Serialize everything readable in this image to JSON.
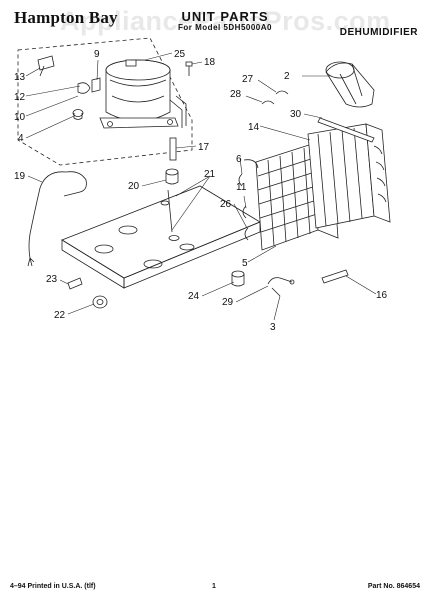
{
  "header": {
    "brand": "Hampton Bay",
    "title": "UNIT PARTS",
    "model_line": "For Model 5DH5000A0",
    "category": "DEHUMIDIFIER",
    "watermark": "AppliancePartsPros.com"
  },
  "footer": {
    "left": "4–94 Printed in U.S.A. (tlf)",
    "page": "1",
    "part_no": "Part No. 864654"
  },
  "callouts": [
    "25",
    "9",
    "13",
    "12",
    "10",
    "4",
    "18",
    "27",
    "28",
    "2",
    "30",
    "14",
    "17",
    "19",
    "6",
    "20",
    "21",
    "11",
    "26",
    "5",
    "23",
    "24",
    "29",
    "3",
    "16",
    "22"
  ]
}
